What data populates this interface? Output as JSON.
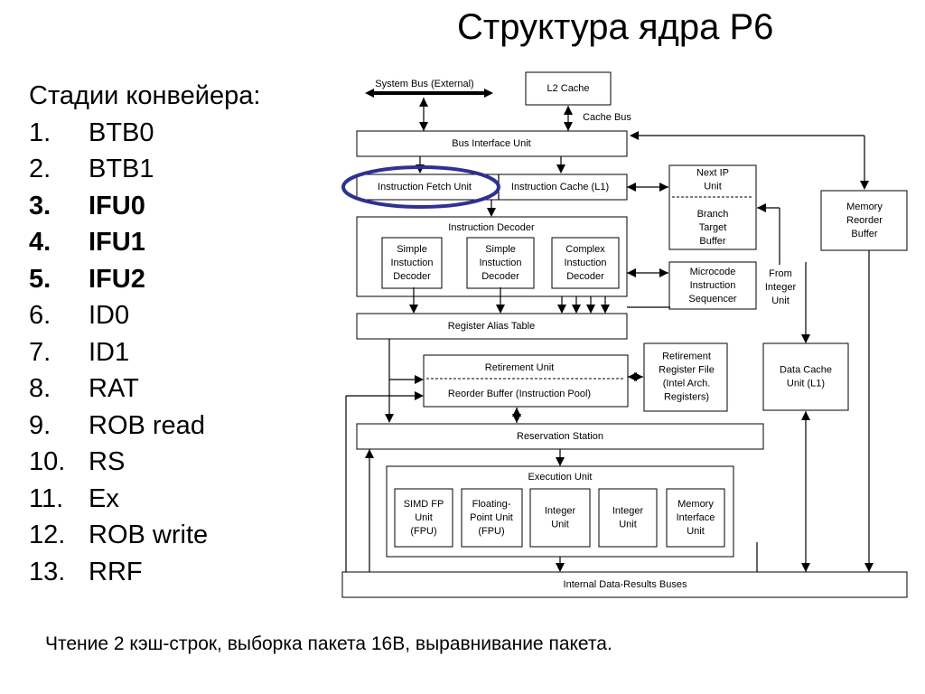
{
  "slide": {
    "title": "Структура ядра P6",
    "stages_heading": "Стадии конвейера:",
    "stages": [
      {
        "num": "1.",
        "label": "BTB0",
        "bold": false
      },
      {
        "num": "2.",
        "label": "BTB1",
        "bold": false
      },
      {
        "num": "3.",
        "label": "IFU0",
        "bold": true
      },
      {
        "num": "4.",
        "label": "IFU1",
        "bold": true
      },
      {
        "num": "5.",
        "label": "IFU2",
        "bold": true
      },
      {
        "num": "6.",
        "label": "ID0",
        "bold": false
      },
      {
        "num": "7.",
        "label": "ID1",
        "bold": false
      },
      {
        "num": "8.",
        "label": "RAT",
        "bold": false
      },
      {
        "num": "9.",
        "label": "ROB read",
        "bold": false
      },
      {
        "num": "10.",
        "label": "RS",
        "bold": false
      },
      {
        "num": "11.",
        "label": "Ex",
        "bold": false
      },
      {
        "num": "12.",
        "label": "ROB write",
        "bold": false
      },
      {
        "num": "13.",
        "label": "RRF",
        "bold": false
      }
    ],
    "caption": "Чтение 2 кэш-строк, выборка пакета 16B, выравнивание пакета."
  },
  "diagram": {
    "highlight_color": "#2e3192",
    "labels": {
      "system_bus": "System Bus (External)",
      "l2_cache": "L2 Cache",
      "cache_bus": "Cache Bus",
      "bus_interface_unit": "Bus Interface Unit",
      "instruction_fetch_unit": "Instruction Fetch Unit",
      "instruction_cache": "Instruction Cache (L1)",
      "next_ip": [
        "Next IP",
        "Unit"
      ],
      "btb": [
        "Branch",
        "Target",
        "Buffer"
      ],
      "memory_reorder_buffer": [
        "Memory",
        "Reorder",
        "Buffer"
      ],
      "instruction_decoder": "Instruction Decoder",
      "simple_decoder_1": [
        "Simple",
        "Instuction",
        "Decoder"
      ],
      "simple_decoder_2": [
        "Simple",
        "Instuction",
        "Decoder"
      ],
      "complex_decoder": [
        "Complex",
        "Instuction",
        "Decoder"
      ],
      "microcode_sequencer": [
        "Microcode",
        "Instruction",
        "Sequencer"
      ],
      "from_integer_unit": [
        "From",
        "Integer",
        "Unit"
      ],
      "register_alias_table": "Register Alias Table",
      "retirement_unit": "Retirement Unit",
      "reorder_buffer": "Reorder Buffer (Instruction Pool)",
      "retirement_register_file": [
        "Retirement",
        "Register File",
        "(Intel Arch.",
        "Registers)"
      ],
      "data_cache_unit": [
        "Data Cache",
        "Unit (L1)"
      ],
      "reservation_station": "Reservation Station",
      "execution_unit": "Execution Unit",
      "simd_fp_unit": [
        "SIMD FP",
        "Unit",
        "(FPU)"
      ],
      "floating_point_unit": [
        "Floating-",
        "Point Unit",
        "(FPU)"
      ],
      "integer_unit_1": [
        "Integer",
        "Unit"
      ],
      "integer_unit_2": [
        "Integer",
        "Unit"
      ],
      "memory_interface_unit": [
        "Memory",
        "Interface",
        "Unit"
      ],
      "internal_buses": "Internal Data-Results Buses"
    }
  }
}
